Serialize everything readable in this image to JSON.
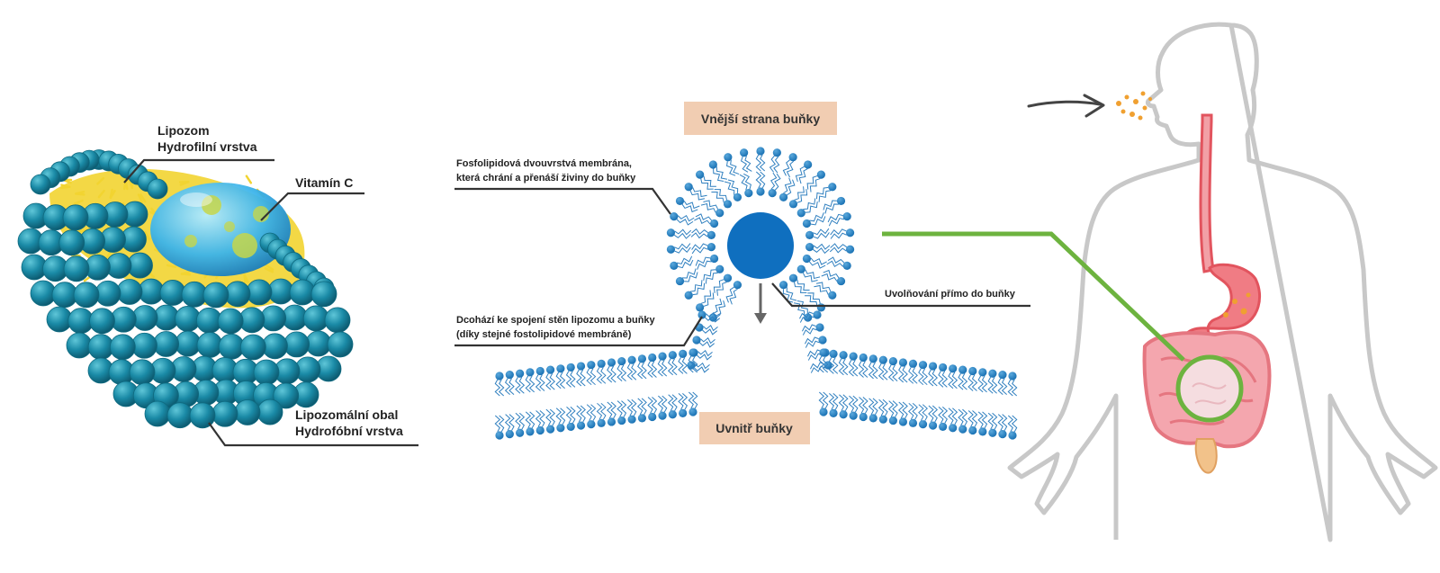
{
  "liposome": {
    "label_top_line1": "Lipozom",
    "label_top_line2": "Hydrofilní vrstva",
    "label_vitamin": "Vitamín C",
    "label_bottom_line1": "Lipozomální obal",
    "label_bottom_line2": "Hydrofóbní vrstva",
    "colors": {
      "sphere": "#1a8aa6",
      "tails": "#f2d431",
      "core": "#56c8f0"
    }
  },
  "membrane": {
    "box_outer": "Vnější strana buňky",
    "box_inner": "Uvnitř buňky",
    "label_membrane_line1": "Fosfolipidová dvouvrstvá membrána,",
    "label_membrane_line2": "která chrání a přenáší živiny do buňky",
    "label_release": "Uvolňování přímo do buňky",
    "label_fusion_line1": "Dcohází ke spojení stěn lipozomu a buňky",
    "label_fusion_line2": "(díky stejné fostolipidové membráně)",
    "colors": {
      "lipid": "#1f82c4",
      "core": "#0f6fbf",
      "box": "#f1cdb2",
      "arrow": "#666666"
    }
  },
  "body": {
    "colors": {
      "outline": "#c8c8c8",
      "highlight": "#6db33f",
      "gut": "#f2a0a6",
      "esophagus": "#e2545e",
      "dots": "#f0a030"
    }
  }
}
